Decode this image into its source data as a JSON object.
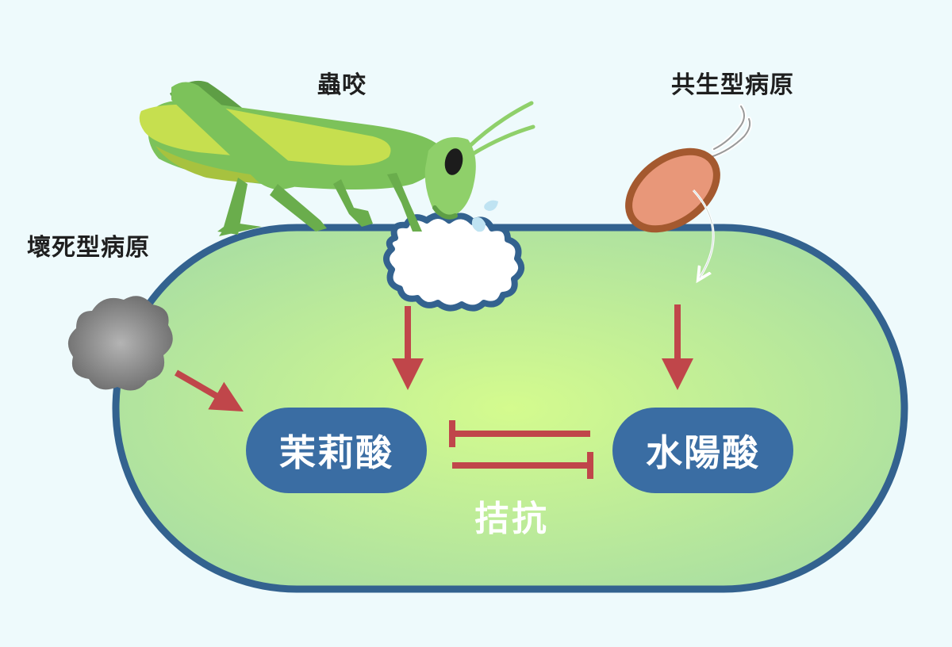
{
  "labels": {
    "insect_bite": "蟲咬",
    "biotrophic_pathogen": "共生型病原",
    "necrotrophic_pathogen": "壞死型病原",
    "jasmonic_acid": "茉莉酸",
    "salicylic_acid": "水陽酸",
    "antagonism": "拮抗"
  },
  "colors": {
    "background": "#eefafc",
    "cell_fill_center": "#d4fb8e",
    "cell_fill_edge": "#a9dea2",
    "cell_border": "#33628f",
    "pill": "#3a6da3",
    "arrow": "#c0464a",
    "grasshopper_body": "#7cc25a",
    "grasshopper_wing": "#c6df4f",
    "bacterium_body": "#e89779",
    "bacterium_outline": "#a4592f",
    "necrotroph": "#8a8a8a"
  },
  "icons": [
    "grasshopper-icon",
    "bacterium-icon",
    "necrotroph-blob-icon",
    "wound-icon"
  ]
}
